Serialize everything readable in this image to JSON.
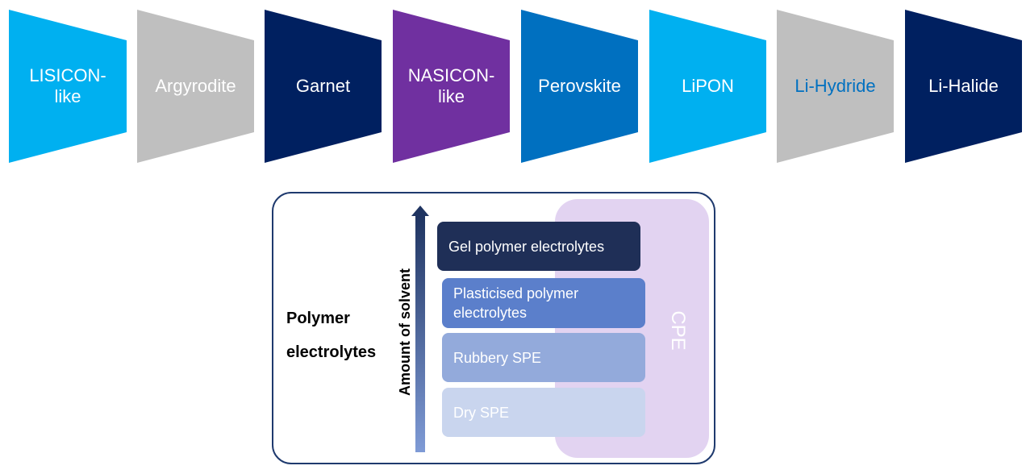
{
  "categories": [
    {
      "label_lines": [
        "LISICON-",
        "like"
      ],
      "color": "#00b0f0",
      "text_color": "#ffffff"
    },
    {
      "label_lines": [
        "Argyrodite"
      ],
      "color": "#bfbfbf",
      "text_color": "#ffffff"
    },
    {
      "label_lines": [
        "Garnet"
      ],
      "color": "#002060",
      "text_color": "#ffffff"
    },
    {
      "label_lines": [
        "NASICON-",
        "like"
      ],
      "color": "#7030a0",
      "text_color": "#ffffff"
    },
    {
      "label_lines": [
        "Perovskite"
      ],
      "color": "#0070c0",
      "text_color": "#ffffff"
    },
    {
      "label_lines": [
        "LiPON"
      ],
      "color": "#00b0f0",
      "text_color": "#ffffff"
    },
    {
      "label_lines": [
        "Li-Hydride"
      ],
      "color": "#bfbfbf",
      "text_color": "#0070c0"
    },
    {
      "label_lines": [
        "Li-Halide"
      ],
      "color": "#002060",
      "text_color": "#ffffff"
    }
  ],
  "polymer_panel": {
    "title_line1": "Polymer",
    "title_line2": "electrolytes",
    "axis_label": "Amount of solvent",
    "cpe_label": "CPE",
    "levels": [
      {
        "label_line1": "Gel polymer electrolytes",
        "label_line2": "",
        "color": "#1f2f57"
      },
      {
        "label_line1": "Plasticised polymer",
        "label_line2": "electrolytes",
        "color": "#5b7fcb"
      },
      {
        "label_line1": "Rubbery SPE",
        "label_line2": "",
        "color": "#93aadb"
      },
      {
        "label_line1": "Dry SPE",
        "label_line2": "",
        "color": "#c9d5ee"
      }
    ]
  }
}
